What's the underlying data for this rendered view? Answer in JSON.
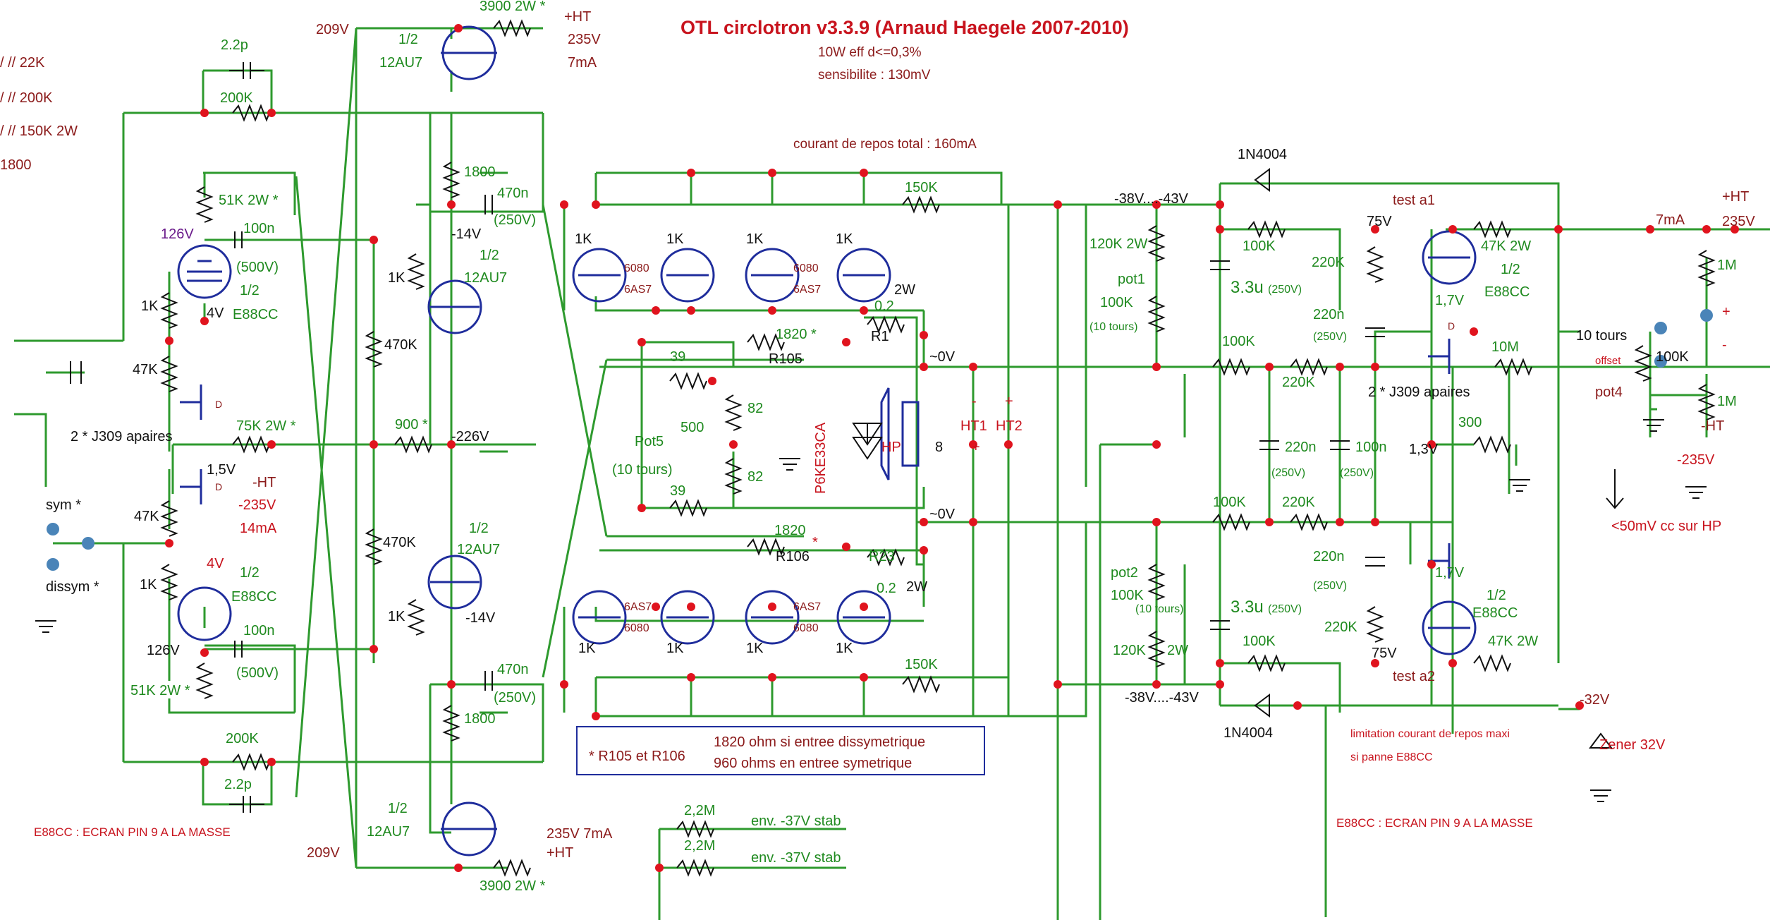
{
  "title": "OTL circlotron v3.3.9 (Arnaud Haegele 2007-2010)",
  "subtitle": [
    "10W eff d<=0,3%",
    "sensibilite : 130mV"
  ],
  "quiescent_note": "courant de repos total : 160mA",
  "colors": {
    "wire": "#2e9a2e",
    "dot": "#e0141e",
    "title": "#c8141e",
    "note": "#8b1a1a",
    "green_label": "#1f8a1f",
    "blue": "#1f2d9c"
  },
  "labels": {
    "l_22k": "/ // 22K",
    "l_200k_left": "/ // 200K",
    "l_150k": "/ // 150K 2W",
    "l_1800_left": "1800",
    "hv_209_top": "209V",
    "hv_3900_top": "3900 2W *",
    "hv_plus_top": "+HT",
    "hv_235_top": "235V",
    "hv_7ma_top": "7mA",
    "tube_half_top": "1/2",
    "tube_12au7_top": "12AU7",
    "c_2p2_top": "2.2p",
    "r_200k_top": "200K",
    "r_51k_top": "51K 2W *",
    "v_126_top": "126V",
    "c_100n_top": "100n",
    "c_500v_top": "(500V)",
    "e88_half_top": "1/2",
    "e88_top": "E88CC",
    "v_4_top": "4V",
    "r_1k_a": "1K",
    "r_47k_a": "47K",
    "d_top": "D",
    "j309_left": "2 * J309 apaires",
    "r_75k": "75K 2W *",
    "v_1v5": "1,5V",
    "ht_neg": "-HT",
    "v_n235_left": "-235V",
    "i_14ma": "14mA",
    "sym": "sym *",
    "dissym": "dissym *",
    "r_47k_b": "47K",
    "d_bot": "D",
    "v_4_bot": "4V",
    "r_1k_b": "1K",
    "e88_half_bot": "1/2",
    "e88_bot": "E88CC",
    "v_126_bot": "126V",
    "c_100n_bot": "100n",
    "c_500v_bot": "(500V)",
    "r_51k_bot": "51K 2W *",
    "r_200k_bot": "200K",
    "c_2p2_bot": "2.2p",
    "e88_ecran_left": "E88CC : ECRAN PIN 9 A LA MASSE",
    "hv_209_bot": "209V",
    "r_1800_top": "1800",
    "c_470n_top": "470n",
    "c_250v_top": "(250V)",
    "v_n14_top": "-14V",
    "tube_half_mid": "1/2",
    "tube_12au7_mid": "12AU7",
    "r_1k_mid": "1K",
    "r_470k_top": "470K",
    "r_900": "900 *",
    "v_n226": "-226V",
    "r_470k_bot": "470K",
    "tube_half_mid2": "1/2",
    "tube_12au7_mid2": "12AU7",
    "r_1k_mid2": "1K",
    "v_n14_bot": "-14V",
    "c_470n_bot": "470n",
    "c_250v_bot": "(250V)",
    "r_1800_bot": "1800",
    "tube_half_bot": "1/2",
    "tube_12au7_bot": "12AU7",
    "hv_235_bot": "235V  7mA",
    "hv_plus_bot": "+HT",
    "hv_3900_bot": "3900 2W *",
    "r_1k_p1": "1K",
    "r_1k_p2": "1K",
    "r_1k_p3": "1K",
    "r_1k_p4": "1K",
    "t_6080_1": "6080",
    "t_6as7_1": "6AS7",
    "t_6080_2": "6080",
    "t_6as7_2": "6AS7",
    "r_150k_top": "150K",
    "r_2w_top": "2W",
    "r_0v2_top": "0.2",
    "r1": "R1",
    "r_1820_top": "1820 *",
    "r105": "R105",
    "r_39_top": "39",
    "r_82_top": "82",
    "pot5": "Pot5",
    "pot5_turns": "(10 tours)",
    "r_500": "500",
    "r_82_bot": "82",
    "r_39_bot": "39",
    "r_1820_bot": "1820",
    "star_bot": "*",
    "r106": "R106",
    "r23": "R23",
    "r_0v2_bot": "0.2",
    "r_2w_bot": "2W",
    "tvs": "P6KE33CA",
    "hp": "HP",
    "hp_8": "8",
    "v_0_top": "~0V",
    "v_0_bot": "~0V",
    "ht1": "HT1",
    "ht2": "HT2",
    "ht1_minus": "-",
    "ht2_plus": "+",
    "ht1_plus": "+",
    "ht2_minus": "-",
    "r_1k_q1": "1K",
    "r_1k_q2": "1K",
    "r_1k_q3": "1K",
    "r_1k_q4": "1K",
    "t_6as7_3": "6AS7",
    "t_6080_3": "6080",
    "t_6as7_4": "6AS7",
    "t_6080_4": "6080",
    "r_150k_bot": "150K",
    "note_r105": "* R105 et R106",
    "note_dissym": "1820 ohm si entree dissymetrique",
    "note_sym": "960 ohms en entree symetrique",
    "r_2m2_a": "2,2M",
    "env_a": "env. -37V stab",
    "r_2m2_b": "2,2M",
    "env_b": "env. -37V stab",
    "d_1n4004_top": "1N4004",
    "v_38_43_top": "-38V....-43V",
    "r_120k_2w_top": "120K 2W",
    "pot1": "pot1",
    "pot1_100k": "100K",
    "pot1_turns": "(10 tours)",
    "r_100k_a": "100K",
    "c_3u3_top": "3.3u",
    "c_250v_top2": "(250V)",
    "r_100k_b": "100K",
    "r_220k_a": "220K",
    "v_75_top": "75V",
    "test_a1": "test a1",
    "r_220k_b": "220K",
    "c_220n_a": "220n",
    "c_250v_a": "(250V)",
    "e88_half_r": "1/2",
    "e88_r": "E88CC",
    "r_47k_2w_r": "47K 2W",
    "v_1v7_top": "1,7V",
    "d_r_top": "D",
    "r_10m": "10M",
    "j309_right": "2 * J309 apaires",
    "c_220n_b": "220n",
    "c_250v_b": "(250V)",
    "c_100n_r": "100n",
    "c_250v_c": "(250V)",
    "r_100k_c": "100K",
    "r_220k_c": "220K",
    "v_1v3": "1,3V",
    "r_300": "300",
    "c_220n_c": "220n",
    "c_250v_d": "(250V)",
    "v_1v7_bot": "1,7V",
    "e88_half_r2": "1/2",
    "e88_r2": "E88CC",
    "r_47k_2w_r2": "47K 2W",
    "r_220k_d": "220K",
    "v_75_bot": "75V",
    "test_a2": "test a2",
    "pot2": "pot2",
    "pot2_100k": "100K",
    "pot2_turns": "(10 tours)",
    "r_120k_bot": "120K",
    "r_2w_bot2": "2W",
    "c_3u3_bot": "3.3u",
    "c_250v_bot2": "(250V)",
    "r_100k_d": "100K",
    "v_38_43_bot": "-38V....-43V",
    "d_1n4004_bot": "1N4004",
    "v_n32": "-32V",
    "zener": "Zener 32V",
    "limit_1": "limitation courant de repos maxi",
    "limit_2": "si panne E88CC",
    "e88_ecran_right": "E88CC : ECRAN PIN 9 A LA MASSE",
    "i_7ma_r": "7mA",
    "ht_plus_r": "+HT",
    "v_235_r": "235V",
    "r_1m_top": "1M",
    "plus_sign": "+",
    "minus_sign": "-",
    "dix_tours": "10 tours",
    "offset": "offset",
    "r_100k_pot4": "100K",
    "pot4": "pot4",
    "r_1m_bot": "1M",
    "ht_minus_r": "-HT",
    "v_n235_r": "-235V",
    "hp_offset": "<50mV cc sur HP"
  }
}
